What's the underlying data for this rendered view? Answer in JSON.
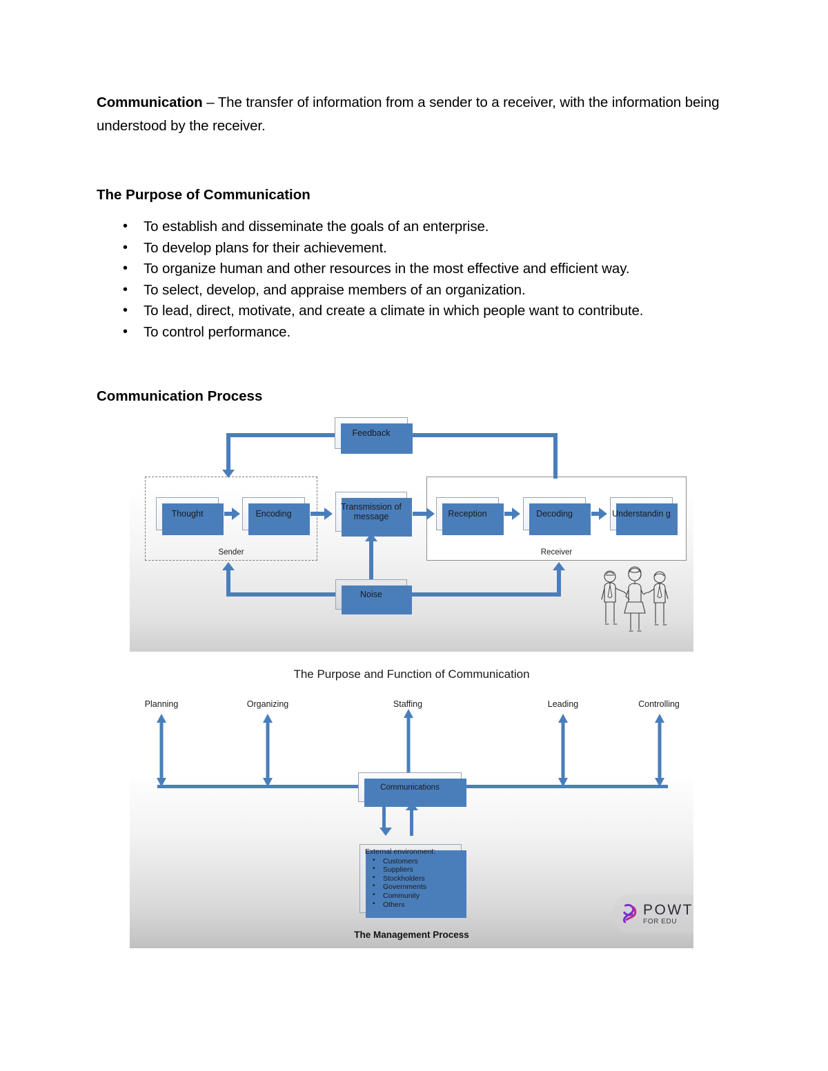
{
  "document": {
    "definition": {
      "term": "Communication",
      "dash": " – ",
      "text": "The transfer of information from a sender to a receiver, with the information being understood by the receiver."
    },
    "purpose_heading": "The Purpose of Communication",
    "purpose_bullets": [
      "To establish and disseminate the goals of an enterprise.",
      "To develop plans for their achievement.",
      "To organize human and other resources in the most effective and efficient way.",
      "To select, develop, and appraise members of an organization.",
      "To lead, direct, motivate, and create a climate in which people want to contribute.",
      "To control performance."
    ],
    "process_heading": "Communication Process"
  },
  "figure_process": {
    "boxes": {
      "feedback": "Feedback",
      "thought": "Thought",
      "encoding": "Encoding",
      "transmission": "Transmission of message",
      "reception": "Reception",
      "decoding": "Decoding",
      "understanding": "Understandin g",
      "noise": "Noise"
    },
    "groups": {
      "sender": "Sender",
      "receiver": "Receiver"
    },
    "illustration": "three-people-talking-sketch"
  },
  "figure_purpose": {
    "title": "The Purpose and Function of Communication",
    "functions": [
      "Planning",
      "Organizing",
      "Staffing",
      "Leading",
      "Controlling"
    ],
    "center_box": "Communications",
    "external": {
      "title": "External environment:",
      "items": [
        "Customers",
        "Suppliers",
        "Stockholders",
        "Governments",
        "Community",
        "Others"
      ]
    },
    "caption": "The Management Process",
    "logo": {
      "main": "POWT",
      "sub": "FOR EDU",
      "mark": "powtoon-logo-icon"
    }
  },
  "colors": {
    "accent_blue": "#4a7ebb",
    "box_border": "#9aa2ad",
    "text": "#000000"
  }
}
